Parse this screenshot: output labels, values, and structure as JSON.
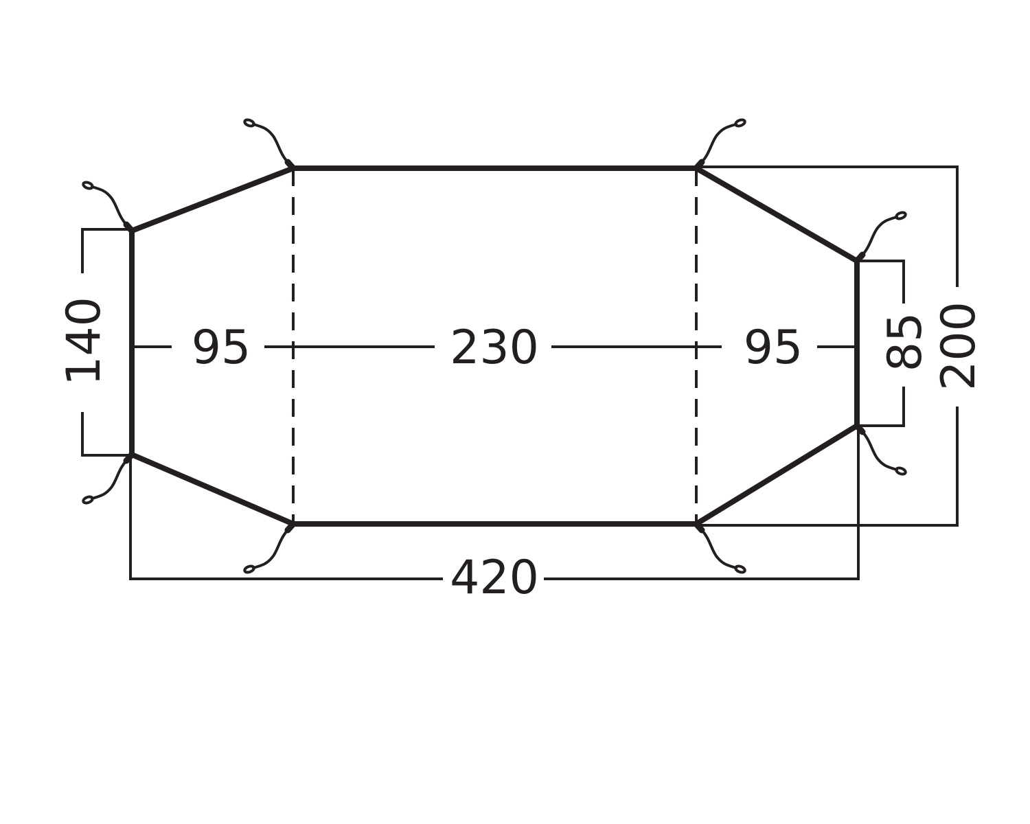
{
  "diagram": {
    "colors": {
      "outline": "#231f20",
      "background": "#ffffff"
    },
    "dimensions": {
      "left_section": "95",
      "center_section": "230",
      "right_section": "95",
      "total_length": "420",
      "left_end_width": "140",
      "right_end_width": "85",
      "total_width": "200"
    },
    "icons": {
      "guy_rope": "guy-rope-loop-icon"
    }
  }
}
